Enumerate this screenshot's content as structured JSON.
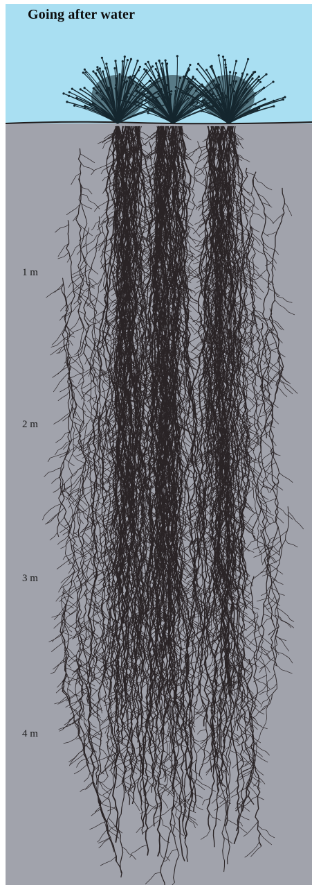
{
  "title": "Going after water",
  "depth_markers": [
    "1 m",
    "2 m",
    "3 m",
    "4 m"
  ],
  "colors": {
    "sky": "#a9dff2",
    "soil": "#a1a3ac",
    "roots": "#2a2426",
    "plant": "#15262e"
  },
  "plants": [
    "plant",
    "plant",
    "plant"
  ]
}
